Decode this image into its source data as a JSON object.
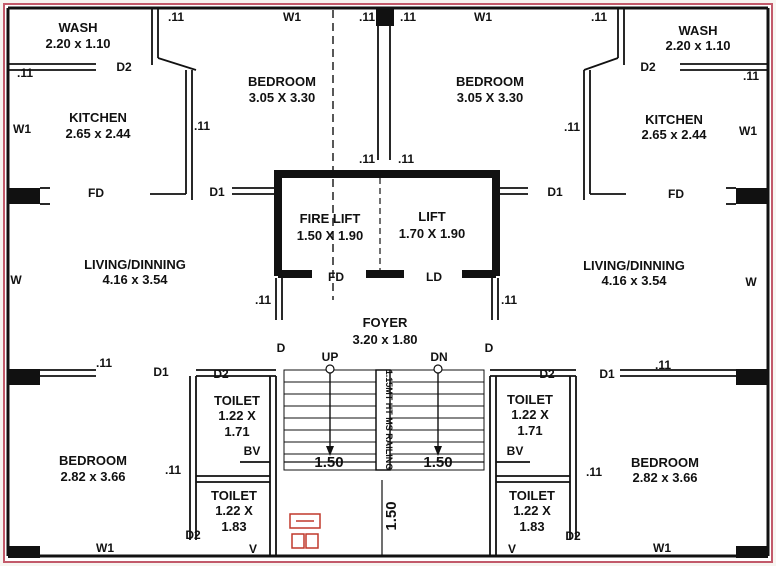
{
  "rooms": {
    "wash_left": {
      "name": "WASH",
      "size": "2.20 x 1.10"
    },
    "wash_right": {
      "name": "WASH",
      "size": "2.20 x 1.10"
    },
    "kitchen_left": {
      "name": "KITCHEN",
      "size": "2.65 x 2.44"
    },
    "kitchen_right": {
      "name": "KITCHEN",
      "size": "2.65 x 2.44"
    },
    "bedroom_top_left": {
      "name": "BEDROOM",
      "size": "3.05 X 3.30"
    },
    "bedroom_top_right": {
      "name": "BEDROOM",
      "size": "3.05 X 3.30"
    },
    "fire_lift": {
      "name": "FIRE LIFT",
      "size": "1.50 X 1.90"
    },
    "lift": {
      "name": "LIFT",
      "size": "1.70 X 1.90"
    },
    "living_left": {
      "name": "LIVING/DINNING",
      "size": "4.16 x 3.54"
    },
    "living_right": {
      "name": "LIVING/DINNING",
      "size": "4.16 x 3.54"
    },
    "foyer": {
      "name": "FOYER",
      "size": "3.20 x 1.80"
    },
    "toilet_upper_left": {
      "name": "TOILET",
      "size1": "1.22 X",
      "size2": "1.71"
    },
    "toilet_upper_right": {
      "name": "TOILET",
      "size1": "1.22 X",
      "size2": "1.71"
    },
    "toilet_lower_left": {
      "name": "TOILET",
      "size1": "1.22 X",
      "size2": "1.83"
    },
    "toilet_lower_right": {
      "name": "TOILET",
      "size1": "1.22 X",
      "size2": "1.83"
    },
    "bedroom_bottom_left": {
      "name": "BEDROOM",
      "size": "2.82 x 3.66"
    },
    "bedroom_bottom_right": {
      "name": "BEDROOM",
      "size": "2.82 x 3.66"
    }
  },
  "tags": {
    "w1": "W1",
    "w": "W",
    "d": "D",
    "d1": "D1",
    "d2": "D2",
    "fd": "FD",
    "ld": "LD",
    "bv": "BV",
    "v": "V",
    "up": "UP",
    "dn": "DN",
    "wall_11": ".11"
  },
  "stair": {
    "railing": "1.15MT HT MS RAILING",
    "width_left": "1.50",
    "width_right": "1.50",
    "landing": "1.50"
  }
}
